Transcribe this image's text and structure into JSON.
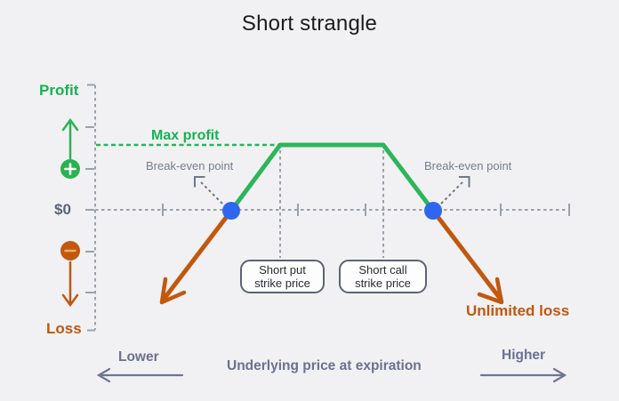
{
  "title": "Short strangle",
  "y_axis": {
    "profit_label": "Profit",
    "zero_label": "$0",
    "loss_label": "Loss"
  },
  "x_axis": {
    "lower_label": "Lower",
    "higher_label": "Higher",
    "axis_label": "Underlying price at expiration"
  },
  "annotations": {
    "max_profit": "Max profit",
    "breakeven_left": "Break-even point",
    "breakeven_right": "Break-even point",
    "unlimited_loss": "Unlimited loss",
    "put_box": {
      "line1": "Short put",
      "line2": "strike price"
    },
    "call_box": {
      "line1": "Short call",
      "line2": "strike price"
    }
  },
  "colors": {
    "background": "#f1f1f3",
    "green": "#2bb457",
    "orange": "#c2570e",
    "blue_dot": "#2e66ee",
    "axis_gray": "#9ba1aa",
    "slate_text": "#6b7190"
  }
}
